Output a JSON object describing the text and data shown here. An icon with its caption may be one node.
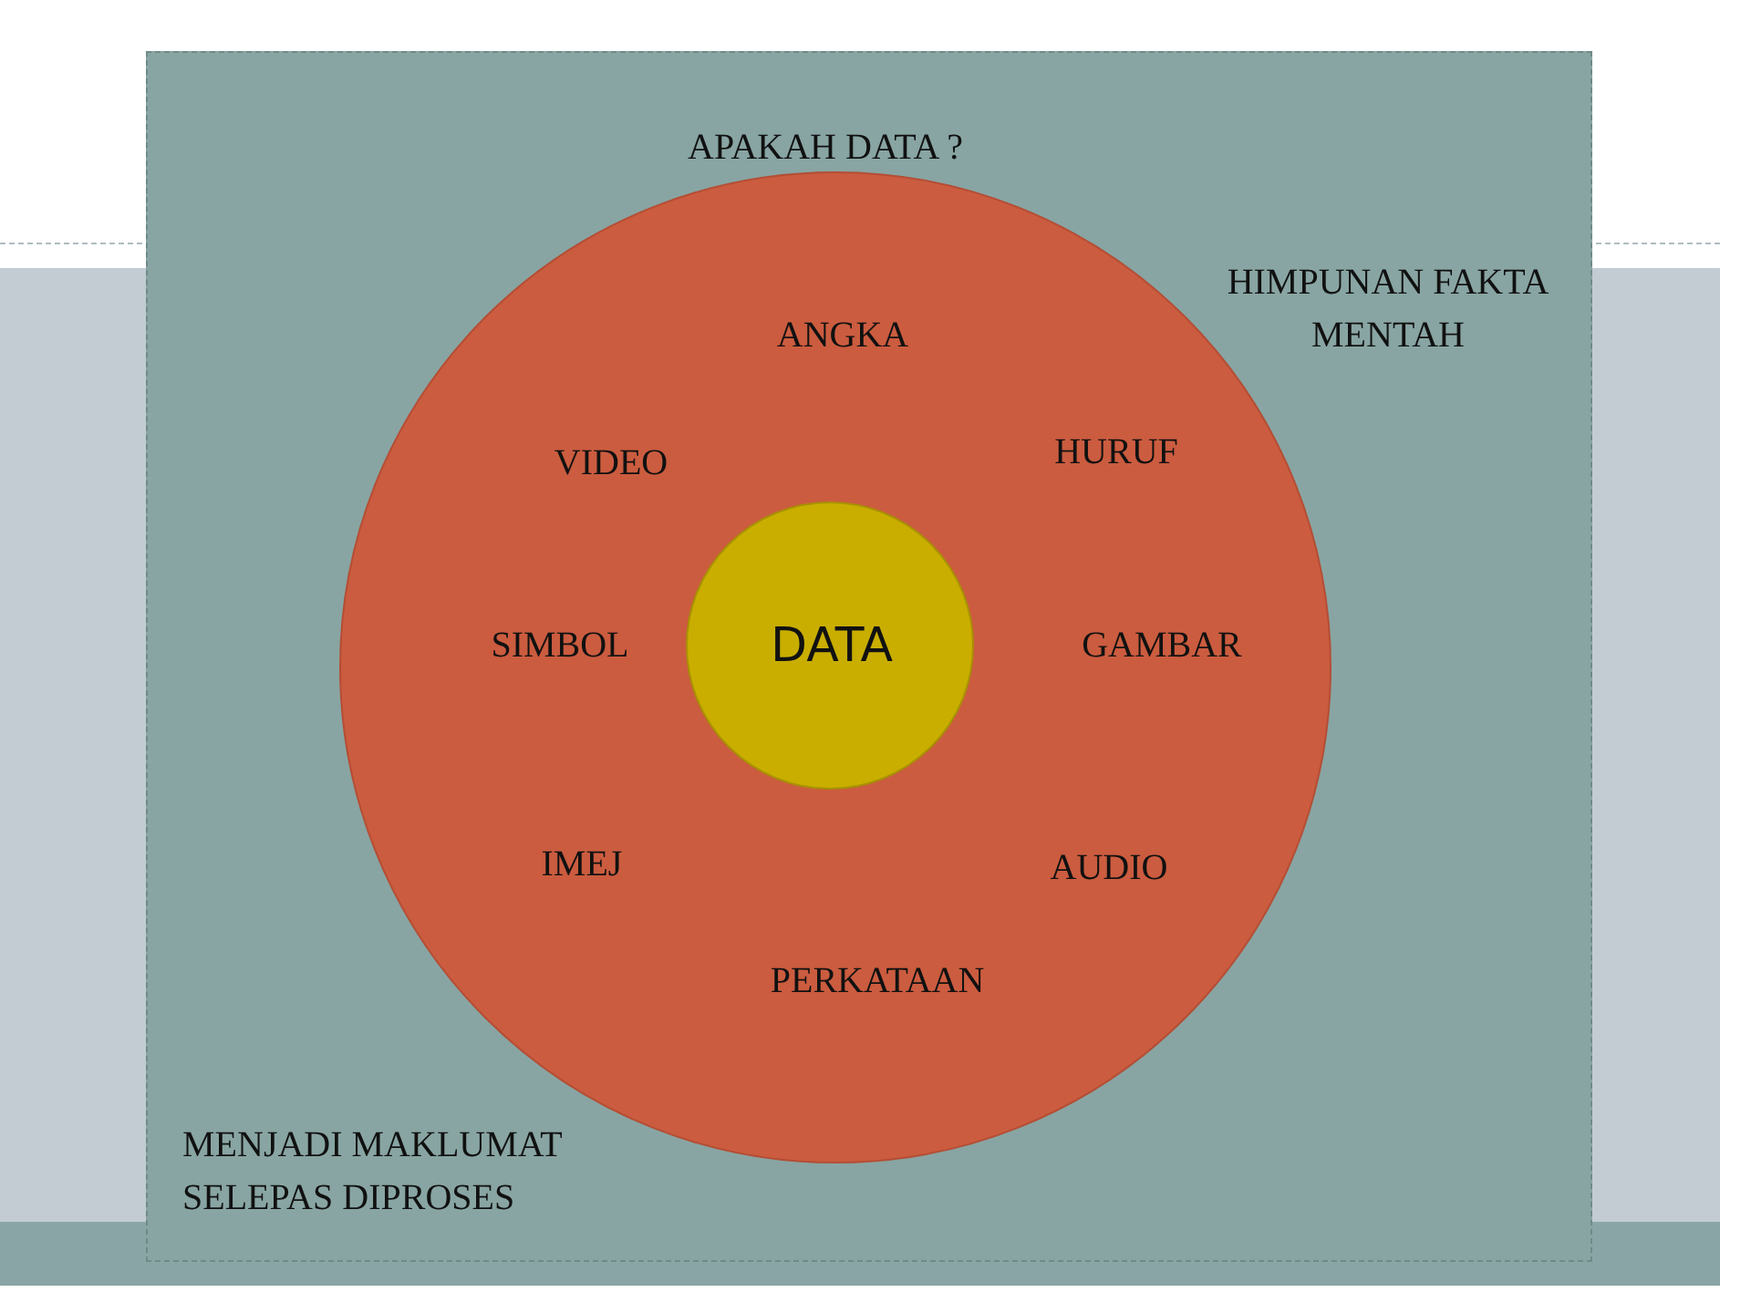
{
  "diagram": {
    "nodes": [
      {
        "text": [
          "APAKAH DATA ?",
          "HIMPUNAN FAKTA MENTAH",
          "MENJADI MAKLUMAT SELEPAS DIPROSES"
        ]
      },
      {
        "text": [
          "ANGKA",
          "HURUF",
          "VIDEO",
          "SIMBOL",
          "GAMBAR",
          "IMEJ",
          "AUDIO",
          "PERKATAAN"
        ],
        "in": 0
      },
      {
        "text": [
          "DATA"
        ],
        "in": 1
      }
    ]
  }
}
